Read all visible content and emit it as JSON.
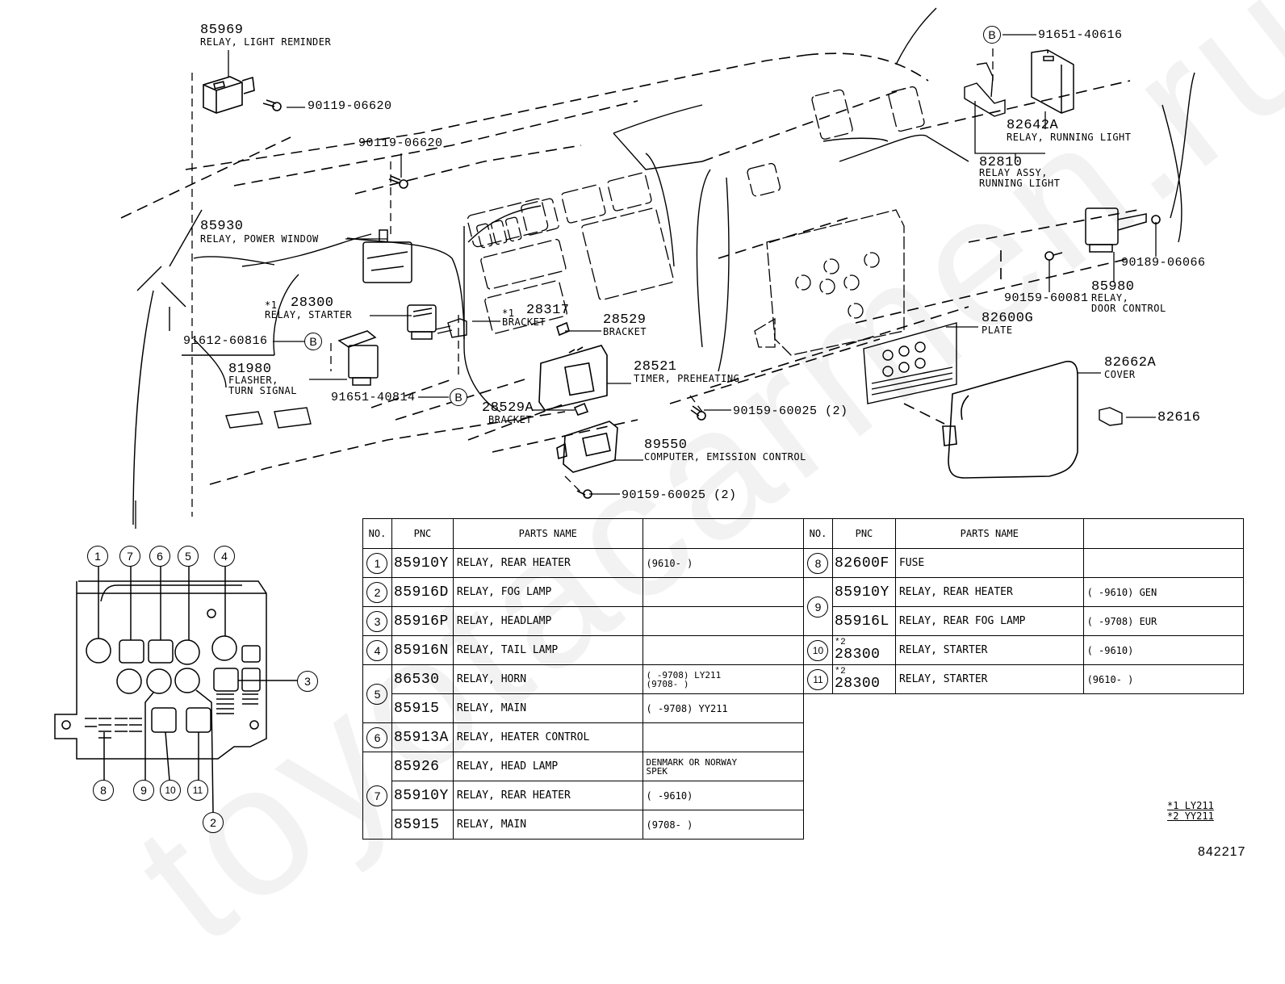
{
  "watermark": "toyotacarmen.ru",
  "diagram_number": "842217",
  "callouts": {
    "b_symbol": "B"
  },
  "parts": {
    "p85969": {
      "pnc": "85969",
      "name": "RELAY, LIGHT REMINDER"
    },
    "p90119_a": {
      "pnc": "90119-06620"
    },
    "p90119_b": {
      "pnc": "90119-06620"
    },
    "p85930": {
      "pnc": "85930",
      "name": "RELAY, POWER WINDOW"
    },
    "p28300": {
      "mark": "*1",
      "pnc": "28300",
      "name": "RELAY, STARTER"
    },
    "p91612": {
      "pnc": "91612-60816"
    },
    "p81980": {
      "pnc": "81980",
      "name_l1": "FLASHER,",
      "name_l2": "TURN SIGNAL"
    },
    "p91651_a": {
      "pnc": "91651-40814"
    },
    "p28317": {
      "mark": "*1",
      "pnc": "28317",
      "name": "BRACKET"
    },
    "p28529": {
      "pnc": "28529",
      "name": "BRACKET"
    },
    "p28521": {
      "pnc": "28521",
      "name": "TIMER, PREHEATING"
    },
    "p28529A": {
      "pnc": "28529A",
      "name": "BRACKET"
    },
    "p90159_a": {
      "pnc": "90159-60025 (2)"
    },
    "p89550": {
      "pnc": "89550",
      "name": "COMPUTER, EMISSION CONTROL"
    },
    "p90159_b": {
      "pnc": "90159-60025 (2)"
    },
    "p91651_b": {
      "pnc": "91651-40616"
    },
    "p82642A": {
      "pnc": "82642A",
      "name": "RELAY, RUNNING LIGHT"
    },
    "p82810": {
      "pnc": "82810",
      "name_l1": "RELAY ASSY,",
      "name_l2": "RUNNING LIGHT"
    },
    "p90189": {
      "pnc": "90189-06066"
    },
    "p90159_c": {
      "pnc": "90159-60081"
    },
    "p85980": {
      "pnc": "85980",
      "name_l1": "RELAY,",
      "name_l2": "DOOR CONTROL"
    },
    "p82600G": {
      "pnc": "82600G",
      "name": "PLATE"
    },
    "p82662A": {
      "pnc": "82662A",
      "name": "COVER"
    },
    "p82616": {
      "pnc": "82616"
    }
  },
  "relay_block": {
    "positions": [
      "1",
      "7",
      "6",
      "5",
      "4",
      "3",
      "8",
      "9",
      "10",
      "11",
      "2"
    ]
  },
  "table_headers": {
    "no": "NO.",
    "pnc": "PNC",
    "parts_name": "PARTS NAME",
    "remarks": ""
  },
  "table_left": [
    {
      "no": "1",
      "rows": [
        {
          "pnc": "85910Y",
          "name": "RELAY, REAR HEATER",
          "remark": "(9610-     )"
        }
      ]
    },
    {
      "no": "2",
      "rows": [
        {
          "pnc": "85916D",
          "name": "RELAY, FOG LAMP",
          "remark": ""
        }
      ]
    },
    {
      "no": "3",
      "rows": [
        {
          "pnc": "85916P",
          "name": "RELAY, HEADLAMP",
          "remark": ""
        }
      ]
    },
    {
      "no": "4",
      "rows": [
        {
          "pnc": "85916N",
          "name": "RELAY, TAIL LAMP",
          "remark": ""
        }
      ]
    },
    {
      "no": "5",
      "rows": [
        {
          "pnc": "86530",
          "name": "RELAY, HORN",
          "remark_l1": "(     -9708) LY211",
          "remark_l2": "(9708-     )"
        },
        {
          "pnc": "85915",
          "name": "RELAY, MAIN",
          "remark": "(     -9708) YY211"
        }
      ]
    },
    {
      "no": "6",
      "rows": [
        {
          "pnc": "85913A",
          "name": "RELAY, HEATER CONTROL",
          "remark": ""
        }
      ]
    },
    {
      "no": "7",
      "rows": [
        {
          "pnc": "85926",
          "name": "RELAY, HEAD LAMP",
          "remark_l1": "DENMARK OR NORWAY",
          "remark_l2": "SPEK"
        },
        {
          "pnc": "85910Y",
          "name": "RELAY, REAR HEATER",
          "remark": "(     -9610)"
        },
        {
          "pnc": "85915",
          "name": "RELAY, MAIN",
          "remark": "(9708-     )"
        }
      ]
    }
  ],
  "table_right": [
    {
      "no": "8",
      "rows": [
        {
          "pnc": "82600F",
          "name": "FUSE",
          "remark": ""
        }
      ]
    },
    {
      "no": "9",
      "rows": [
        {
          "pnc": "85910Y",
          "name": "RELAY, REAR HEATER",
          "remark": "(     -9610) GEN"
        },
        {
          "pnc": "85916L",
          "name": "RELAY, REAR FOG LAMP",
          "remark": "(     -9708) EUR"
        }
      ]
    },
    {
      "no": "10",
      "rows": [
        {
          "mark": "*2",
          "pnc": "28300",
          "name": "RELAY, STARTER",
          "remark": "(     -9610)"
        }
      ]
    },
    {
      "no": "11",
      "rows": [
        {
          "mark": "*2",
          "pnc": "28300",
          "name": "RELAY, STARTER",
          "remark": "(9610-     )"
        }
      ]
    }
  ],
  "legend": [
    {
      "mark": "*1",
      "model": "LY211"
    },
    {
      "mark": "*2",
      "model": "YY211"
    }
  ]
}
